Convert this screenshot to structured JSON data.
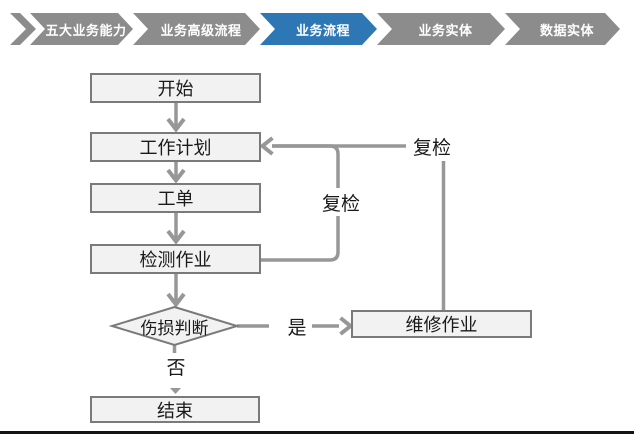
{
  "breadcrumb": {
    "items": [
      {
        "label": "五大业务能力",
        "active": false
      },
      {
        "label": "业务高级流程",
        "active": false
      },
      {
        "label": "业务流程",
        "active": true
      },
      {
        "label": "业务实体",
        "active": false
      },
      {
        "label": "数据实体",
        "active": false
      }
    ]
  },
  "flowchart": {
    "nodes": {
      "start": "开始",
      "plan": "工作计划",
      "order": "工单",
      "inspect": "检测作业",
      "decision": "伤损判断",
      "repair": "维修作业",
      "end": "结束"
    },
    "labels": {
      "yes": "是",
      "no": "否",
      "recheck_inner": "复检",
      "recheck_outer": "复检"
    }
  },
  "colors": {
    "chevron_gray": "#8C8C8C",
    "chevron_active_blue": "#2E77B5",
    "node_fill": "#F2F2F2",
    "node_border": "#7A7A7A",
    "connector_gray": "#979797",
    "bottom_rule": "#131313"
  }
}
